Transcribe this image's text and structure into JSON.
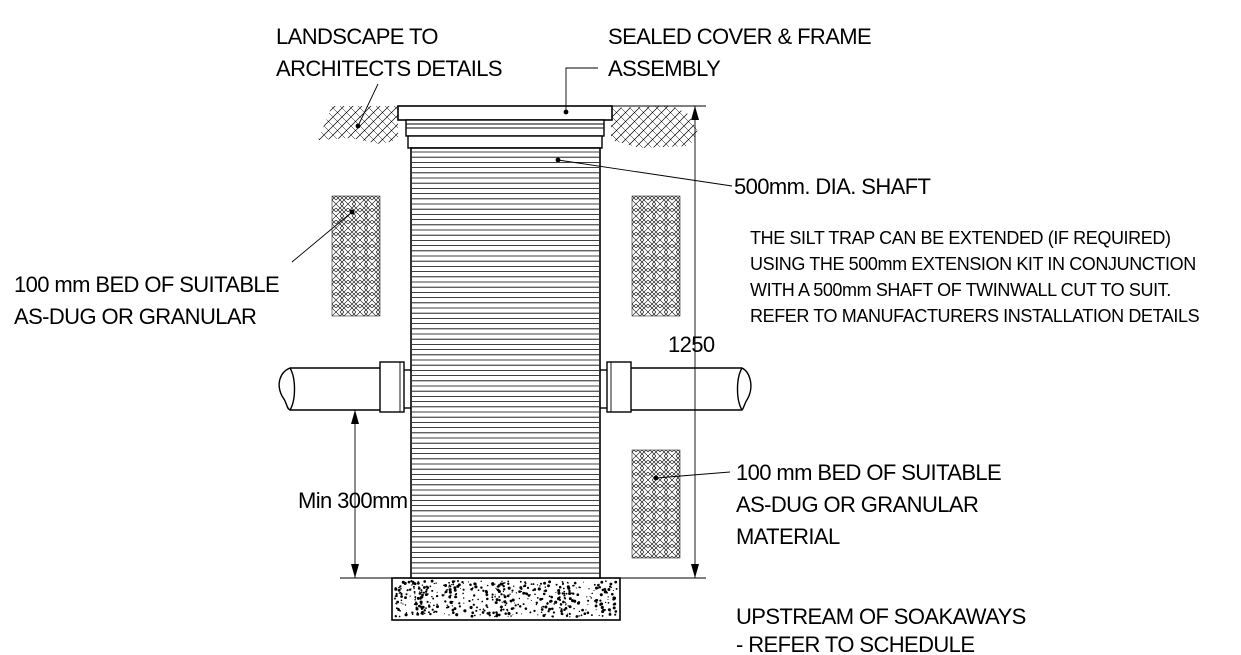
{
  "labels": {
    "landscape_1": "LANDSCAPE TO",
    "landscape_2": "ARCHITECTS DETAILS",
    "cover_1": "SEALED COVER & FRAME",
    "cover_2": "ASSEMBLY",
    "shaft": "500mm. DIA. SHAFT",
    "note_1": "THE SILT TRAP CAN BE EXTENDED (IF REQUIRED)",
    "note_2": "USING THE 500mm EXTENSION KIT IN CONJUNCTION",
    "note_3": "WITH A 500mm SHAFT OF TWINWALL CUT TO SUIT.",
    "note_4": "REFER TO MANUFACTURERS INSTALLATION DETAILS",
    "bed_left_1": "100 mm BED OF SUITABLE",
    "bed_left_2": "AS-DUG OR GRANULAR",
    "bed_right_1": "100 mm BED OF SUITABLE",
    "bed_right_2": "AS-DUG OR GRANULAR",
    "bed_right_3": "MATERIAL",
    "height_dim": "1250",
    "min_dim": "Min 300mm",
    "upstream_1": "UPSTREAM OF SOAKAWAYS",
    "upstream_2": "- REFER TO SCHEDULE"
  },
  "colors": {
    "ink": "#000000",
    "paper": "#ffffff"
  }
}
